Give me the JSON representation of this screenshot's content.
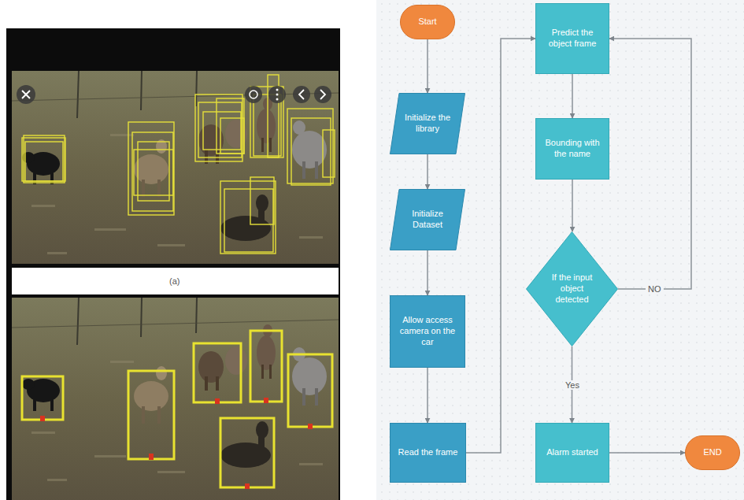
{
  "diagram": {
    "nodes": [
      {
        "text": [
          "Start"
        ]
      },
      {
        "text": [
          "Initialize the library"
        ]
      },
      {
        "text": [
          "Initialize Dataset"
        ]
      },
      {
        "text": [
          "Allow access camera on the car"
        ]
      },
      {
        "text": [
          "Read the frame"
        ]
      },
      {
        "text": [
          "Predict the object frame"
        ]
      },
      {
        "text": [
          "Bounding with the name"
        ]
      },
      {
        "text": [
          "If the input object detected"
        ]
      },
      {
        "text": [
          "Alarm started"
        ]
      },
      {
        "text": [
          "END"
        ]
      }
    ],
    "edges": [
      {
        "from": 0,
        "to": 1,
        "arrow": "to"
      },
      {
        "from": 1,
        "to": 2,
        "arrow": "to"
      },
      {
        "from": 2,
        "to": 3,
        "arrow": "to"
      },
      {
        "from": 3,
        "to": 4,
        "arrow": "to"
      },
      {
        "from": 4,
        "to": 5,
        "arrow": "to"
      },
      {
        "from": 5,
        "to": 6,
        "arrow": "to"
      },
      {
        "from": 6,
        "to": 7,
        "arrow": "to"
      },
      {
        "from": 7,
        "to": 5,
        "label": "NO",
        "arrow": "to"
      },
      {
        "from": 7,
        "to": 8,
        "label": "Yes",
        "arrow": "to"
      },
      {
        "from": 8,
        "to": 9,
        "arrow": "to"
      }
    ],
    "labels": [
      "(a)"
    ]
  }
}
